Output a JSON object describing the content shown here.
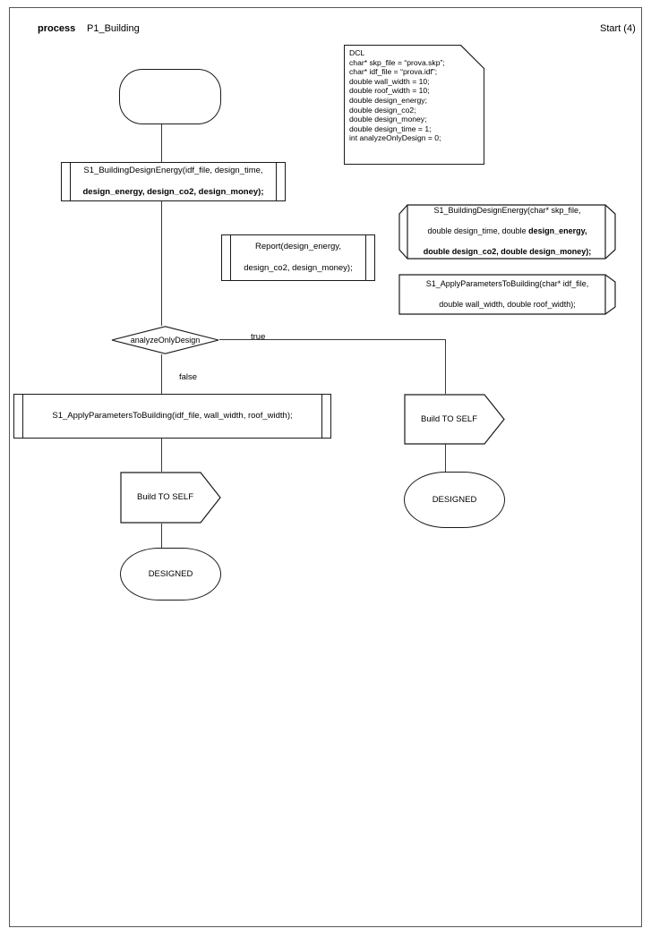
{
  "header": {
    "kind_label": "process",
    "diagram_name": "P1_Building",
    "start_label": "Start (4)"
  },
  "note": {
    "name": "dcl-note",
    "text": "DCL\nchar* skp_file = “prova.skp”;\nchar* idf_file = “prova.idf”;\ndouble wall_width = 10;\ndouble roof_width = 10;\ndouble design_energy;\ndouble design_co2;\ndouble design_money;\ndouble design_time = 1;\nint analyzeOnlyDesign = 0;"
  },
  "nodes": {
    "start": {
      "label": ""
    },
    "call_design_energy": {
      "line1": "S1_BuildingDesignEnergy(idf_file, design_time,",
      "line2": "design_energy, design_co2, design_money);"
    },
    "report": {
      "line1": "Report(design_energy,",
      "line2": "design_co2, design_money);"
    },
    "decision": {
      "label": "analyzeOnlyDesign"
    },
    "edge_true": "true",
    "edge_false": "false",
    "call_apply_params": {
      "line1": "S1_ApplyParametersToBuilding(idf_file, wall_width, roof_width);"
    },
    "build_left": {
      "label": "Build TO SELF"
    },
    "designed_left": {
      "label": "DESIGNED"
    },
    "build_right": {
      "label": "Build TO SELF"
    },
    "designed_right": {
      "label": "DESIGNED"
    }
  },
  "annotations": [
    {
      "name": "signature-building-design-energy",
      "line1_plain": "S1_BuildingDesignEnergy(char* skp_file,",
      "line2_plain": "double design_time, double ",
      "line2_bold": "design_energy,",
      "line3_bold": "double design_co2, double design_money);"
    },
    {
      "name": "signature-apply-parameters-to-building",
      "line1_plain": "S1_ApplyParametersToBuilding(char* idf_file,",
      "line2_plain": "double wall_width, double roof_width);"
    }
  ],
  "colors": {
    "stroke": "#1a1a1a",
    "connector": "#3a3a3a",
    "page_border": "#555555",
    "background": "#ffffff"
  }
}
